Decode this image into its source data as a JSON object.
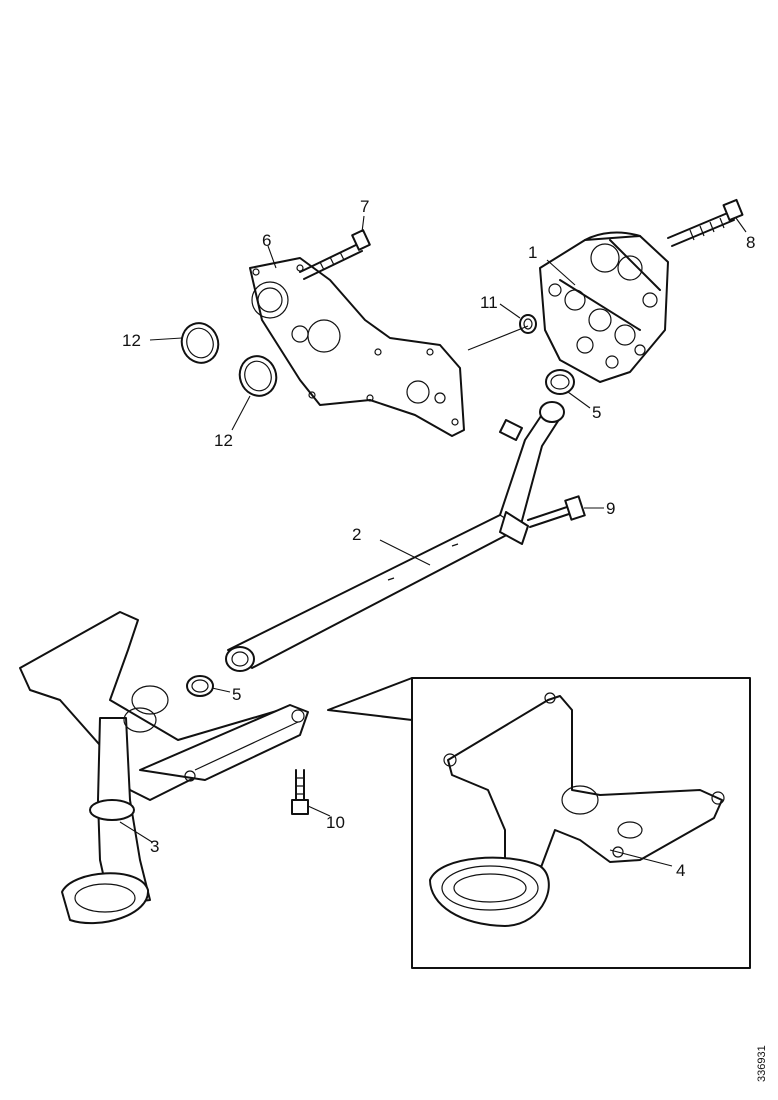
{
  "callouts": {
    "c1": "1",
    "c2": "2",
    "c3": "3",
    "c4": "4",
    "c5a": "5",
    "c5b": "5",
    "c6": "6",
    "c7": "7",
    "c8": "8",
    "c9": "9",
    "c10": "10",
    "c11": "11",
    "c12a": "12",
    "c12b": "12"
  },
  "drawing_code": "336931"
}
